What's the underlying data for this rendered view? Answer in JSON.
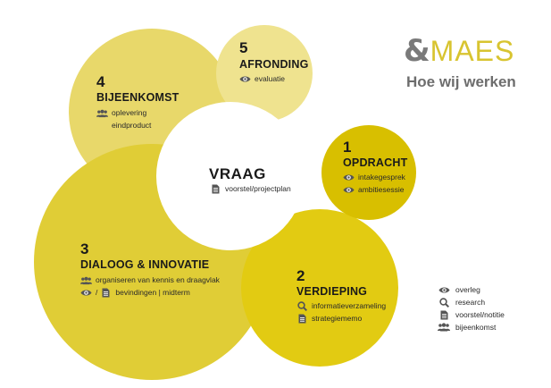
{
  "colors": {
    "circle_vraag": "#ffffff",
    "circle_1": "#d8bf00",
    "circle_2": "#e2cb12",
    "circle_3": "#e0cd36",
    "circle_4": "#e8d86a",
    "circle_5": "#efe38f",
    "accent_logo": "#d8c430",
    "text": "#1a1a1a"
  },
  "logo": {
    "amp": "&",
    "name": "MAES",
    "subtitle": "Hoe wij werken"
  },
  "center": {
    "title": "VRAAG",
    "item": {
      "icon": "document-icon",
      "text": "voorstel/projectplan"
    }
  },
  "phases": [
    {
      "number": "1",
      "title": "OPDRACHT",
      "items": [
        {
          "icon": "eye-icon",
          "text": "intakegesprek"
        },
        {
          "icon": "eye-icon",
          "text": "ambitiesessie"
        }
      ]
    },
    {
      "number": "2",
      "title": "VERDIEPING",
      "items": [
        {
          "icon": "search-icon",
          "text": "informatieverzameling"
        },
        {
          "icon": "document-icon",
          "text": "strategiememo"
        }
      ]
    },
    {
      "number": "3",
      "title": "DIALOOG & INNOVATIE",
      "items": [
        {
          "icon": "people-icon",
          "text": "organiseren van kennis en draagvlak"
        },
        {
          "icon": "eye-icon",
          "separator": "/",
          "icon2": "document-icon",
          "text": "bevindingen | midterm"
        }
      ]
    },
    {
      "number": "4",
      "title": "BIJEENKOMST",
      "items": [
        {
          "icon": "people-icon",
          "text": "oplevering"
        }
      ],
      "continuation": "eindproduct"
    },
    {
      "number": "5",
      "title": "AFRONDING",
      "items": [
        {
          "icon": "eye-icon",
          "text": "evaluatie"
        }
      ]
    }
  ],
  "legend": [
    {
      "icon": "eye-icon",
      "label": "overleg"
    },
    {
      "icon": "search-icon",
      "label": "research"
    },
    {
      "icon": "document-icon",
      "label": "voorstel/notitie"
    },
    {
      "icon": "people-icon",
      "label": "bijeenkomst"
    }
  ]
}
